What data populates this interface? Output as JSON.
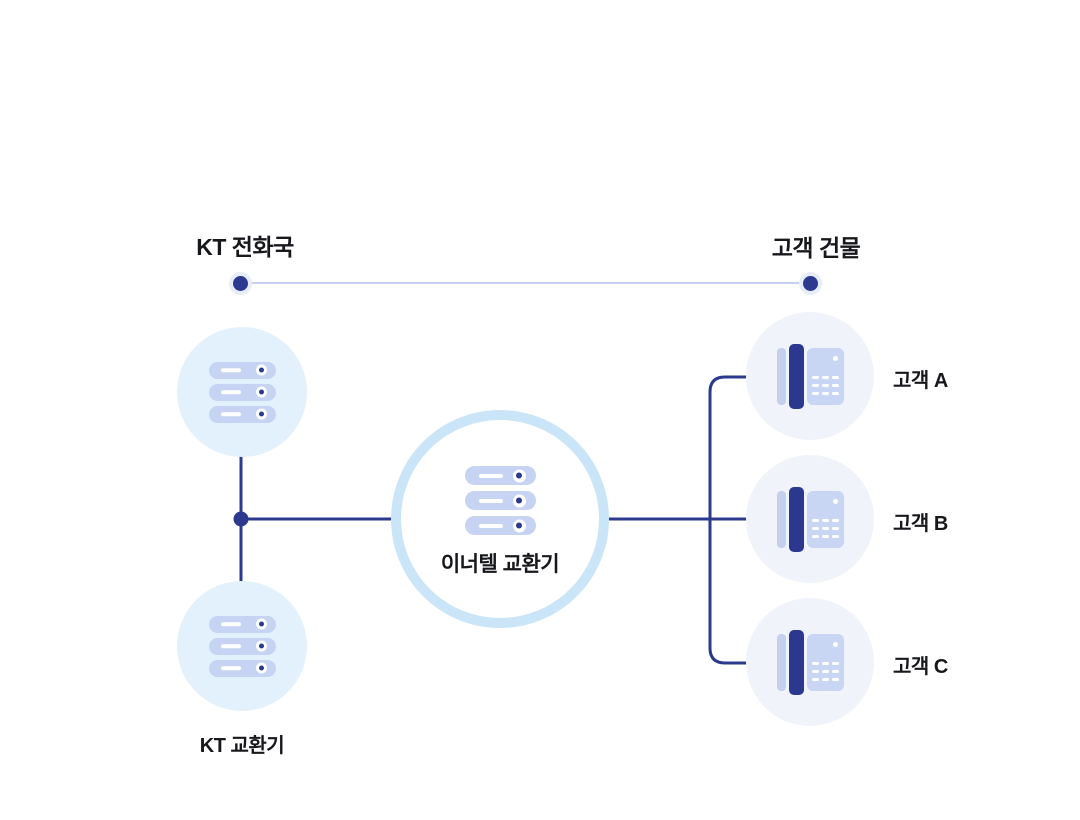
{
  "header": {
    "left_title": "KT 전화국",
    "right_title": "고객 건물"
  },
  "nodes": {
    "kt_central_office_servers": {
      "icon": "server-rack-icon"
    },
    "kt_exchange": {
      "icon": "server-rack-icon",
      "label": "KT 교환기"
    },
    "innertel_exchange": {
      "icon": "server-rack-icon",
      "label": "이너텔 교환기"
    },
    "customers": [
      {
        "icon": "desk-phone-icon",
        "label": "고객 A"
      },
      {
        "icon": "desk-phone-icon",
        "label": "고객 B"
      },
      {
        "icon": "desk-phone-icon",
        "label": "고객 C"
      }
    ]
  },
  "colors": {
    "accent_dark": "#2b3a8f",
    "connector_light": "#c5d1ee",
    "office_circle_fill": "#e3f1fc",
    "center_ring": "#cbe5f8",
    "server_bar": "#c6d3f2",
    "customer_circle_fill": "#f0f3f9",
    "phone_body": "#c8d6f4",
    "text": "#17181c"
  }
}
